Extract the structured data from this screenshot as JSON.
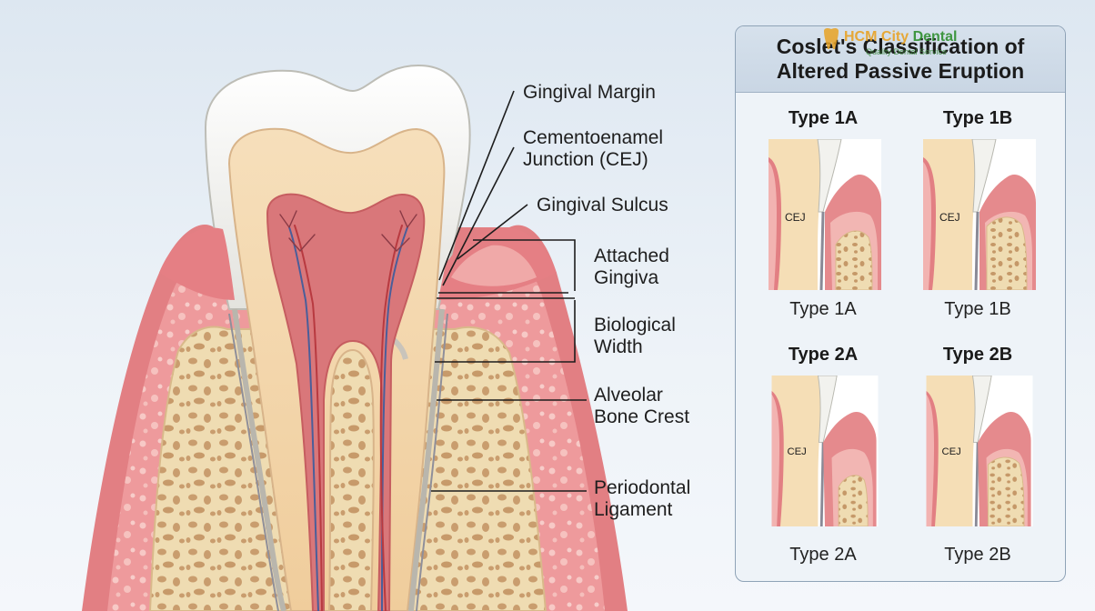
{
  "diagram": {
    "labels": {
      "gingival_margin": "Gingival Margin",
      "cej_line1": "Cementoenamel",
      "cej_line2": "Junction (CEJ)",
      "gingival_sulcus": "Gingival Sulcus",
      "attached_gingiva_line1": "Attached",
      "attached_gingiva_line2": "Gingiva",
      "biological_width_line1": "Biological",
      "biological_width_line2": "Width",
      "alveolar_bone_crest_line1": "Alveolar",
      "alveolar_bone_crest_line2": "Bone Crest",
      "periodontal_ligament_line1": "Periodontal",
      "periodontal_ligament_line2": "Ligament"
    }
  },
  "panel": {
    "title_line1": "Coslet's Classification of",
    "title_line2": "Altered Passive Eruption",
    "watermark": {
      "brand_orange": "HCM City ",
      "brand_green": "Dental",
      "tagline": "Quality Dental Service"
    },
    "types": [
      {
        "heading": "Type 1A",
        "caption": "Type 1A",
        "cej_label": "CEJ"
      },
      {
        "heading": "Type 1B",
        "caption": "Type 1B",
        "cej_label": "CEJ"
      },
      {
        "heading": "Type 2A",
        "caption": "Type 2A",
        "cej_label": "CEJ"
      },
      {
        "heading": "Type 2B",
        "caption": "Type 2B",
        "cej_label": "CEJ"
      }
    ]
  },
  "colors": {
    "enamel": "#f4f4f2",
    "dentin": "#f5d9b0",
    "pulp": "#d9777a",
    "gum": "#e98f92",
    "bone": "#efdcb2",
    "panel_border": "#8fa3b7"
  }
}
